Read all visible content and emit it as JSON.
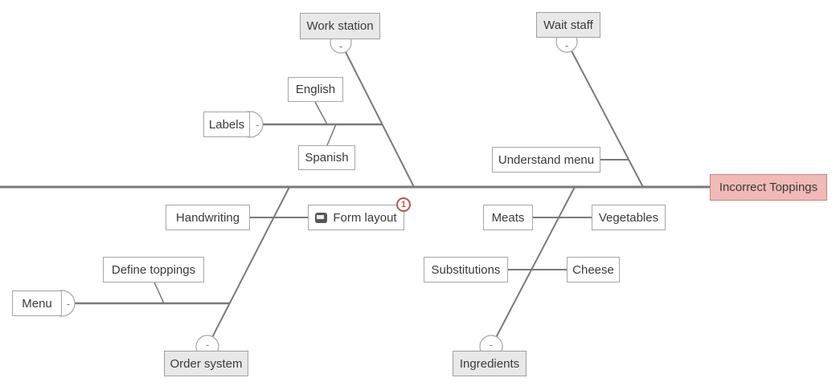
{
  "diagram": {
    "type": "fishbone-cause-effect",
    "effect": {
      "label": "Incorrect Toppings"
    },
    "glyphs": {
      "collapse": "-"
    },
    "colors": {
      "effect_fill": "#f1b9b7",
      "effect_border": "#c98280",
      "category_fill": "#e8e8e8",
      "node_border": "#a6a6a6",
      "bone_line": "#7a7a7a",
      "badge_red": "#c5504b",
      "text": "#3a3a3a"
    },
    "nodes": {
      "work_station": {
        "label": "Work station"
      },
      "wait_staff": {
        "label": "Wait staff"
      },
      "english": {
        "label": "English"
      },
      "labels": {
        "label": "Labels"
      },
      "spanish": {
        "label": "Spanish"
      },
      "understand_menu": {
        "label": "Understand menu"
      },
      "handwriting": {
        "label": "Handwriting"
      },
      "form_layout": {
        "label": "Form layout",
        "badge_count": "1"
      },
      "meats": {
        "label": "Meats"
      },
      "vegetables": {
        "label": "Vegetables"
      },
      "define_toppings": {
        "label": "Define toppings"
      },
      "substitutions": {
        "label": "Substitutions"
      },
      "cheese": {
        "label": "Cheese"
      },
      "menu": {
        "label": "Menu"
      },
      "order_system": {
        "label": "Order system"
      },
      "ingredients": {
        "label": "Ingredients"
      }
    },
    "structure": {
      "effect": "Incorrect Toppings",
      "categories": [
        {
          "name": "Work station",
          "side": "top",
          "collapsed_toggle": "-",
          "children": [
            {
              "name": "Labels",
              "collapsed_toggle": "-",
              "children": [
                "English",
                "Spanish"
              ]
            }
          ]
        },
        {
          "name": "Wait staff",
          "side": "top",
          "collapsed_toggle": "-",
          "children": [
            "Understand menu"
          ]
        },
        {
          "name": "Order system",
          "side": "bottom",
          "collapsed_toggle": "-",
          "children": [
            "Handwriting",
            "Form layout",
            {
              "name": "Menu",
              "collapsed_toggle": "-",
              "children": [
                "Define toppings"
              ]
            }
          ]
        },
        {
          "name": "Ingredients",
          "side": "bottom",
          "collapsed_toggle": "-",
          "children": [
            "Meats",
            "Vegetables",
            "Substitutions",
            "Cheese"
          ]
        }
      ]
    }
  }
}
